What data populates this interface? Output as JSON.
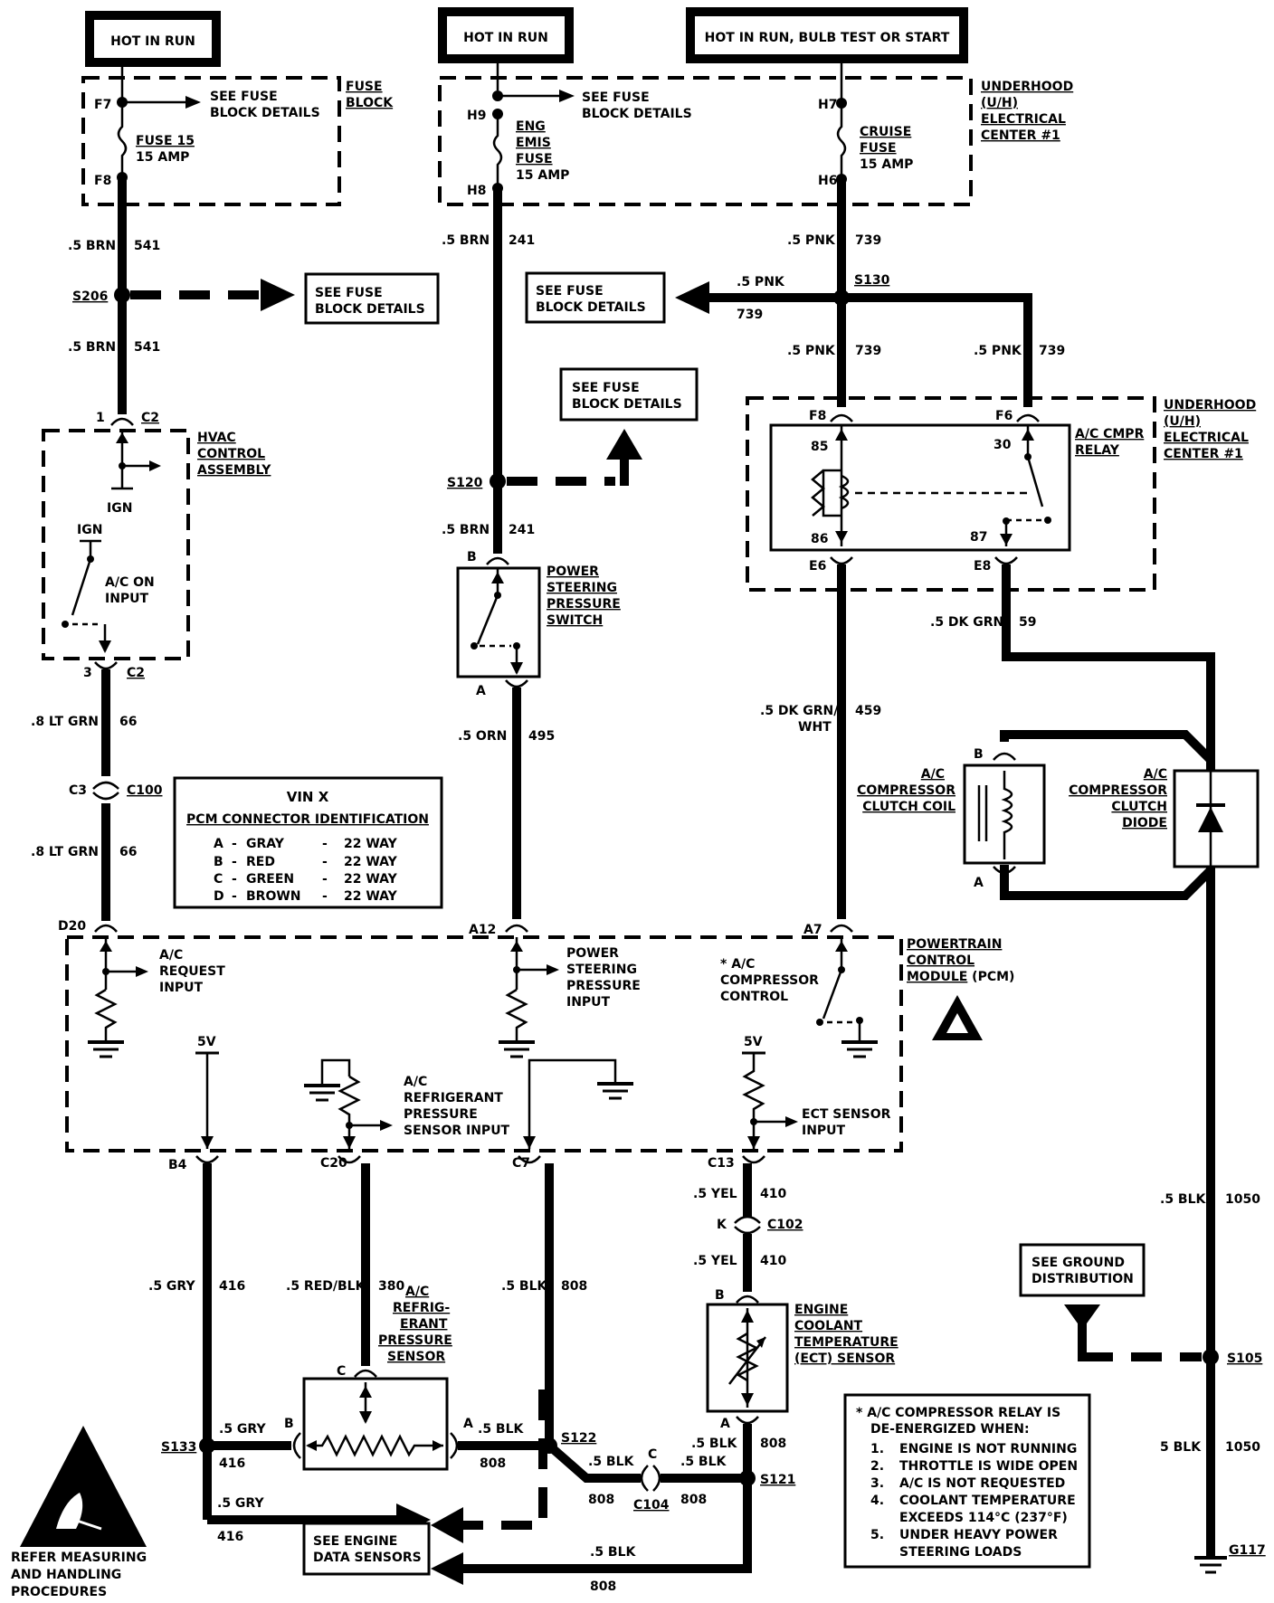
{
  "power": {
    "hot_run_1": "HOT IN RUN",
    "hot_run_2": "HOT IN RUN",
    "hot_run_bulb": "HOT IN RUN, BULB TEST OR START"
  },
  "fuse_block": {
    "label1": "FUSE",
    "label2": "BLOCK",
    "pin_top": "F7",
    "pin_bottom": "F8",
    "see1": "SEE FUSE",
    "see2": "BLOCK DETAILS",
    "fuse_name": "FUSE 15",
    "fuse_amp": "15 AMP"
  },
  "uh_center": {
    "l1": "UNDERHOOD",
    "l2": "(U/H)",
    "l3": "ELECTRICAL",
    "l4": "CENTER #1",
    "h9": "H9",
    "h8": "H8",
    "h7": "H7",
    "h6": "H6",
    "see1": "SEE FUSE",
    "see2": "BLOCK DETAILS",
    "eng1": "ENG",
    "eng2": "EMIS",
    "eng3": "FUSE",
    "eng4": "15 AMP",
    "cr1": "CRUISE",
    "cr2": "FUSE",
    "cr3": "15 AMP"
  },
  "wires": {
    "w541a_g": ".5 BRN",
    "w541a_n": "541",
    "w541b_g": ".5 BRN",
    "w541b_n": "541",
    "w241a_g": ".5 BRN",
    "w241a_n": "241",
    "w241b_g": ".5 BRN",
    "w241b_n": "241",
    "w739a_g": ".5 PNK",
    "w739a_n": "739",
    "w739b_g": ".5 PNK",
    "w739b_n": "739",
    "w739c_g": ".5 PNK",
    "w739c_n": "739",
    "w739d_g": ".5 PNK",
    "w739d_n": "739",
    "w59_g": ".5 DK GRN",
    "w59_n": "59",
    "w459_g1": ".5 DK GRN/",
    "w459_g2": "WHT",
    "w459_n": "459",
    "w495_g": ".5 ORN",
    "w495_n": "495",
    "w66a_g": ".8 LT GRN",
    "w66a_n": "66",
    "w66b_g": ".8 LT GRN",
    "w66b_n": "66",
    "w416_g": ".5 GRY",
    "w416_n": "416",
    "w380_g": ".5 RED/BLK",
    "w380_n": "380",
    "w808_g": ".5 BLK",
    "w808_n": "808",
    "w410a_g": ".5 YEL",
    "w410a_n": "410",
    "w410b_g": ".5 YEL",
    "w410b_n": "410",
    "w1050a_g": ".5 BLK",
    "w1050a_n": "1050",
    "w1050b_g": "5 BLK",
    "w1050b_n": "1050"
  },
  "splices": {
    "s206": "S206",
    "s120": "S120",
    "s130": "S130",
    "s133": "S133",
    "s122": "S122",
    "s121": "S121",
    "s105": "S105",
    "g117": "G117"
  },
  "see_boxes": {
    "a1": "SEE FUSE",
    "a2": "BLOCK DETAILS",
    "b1": "SEE FUSE",
    "b2": "BLOCK DETAILS",
    "c1": "SEE FUSE",
    "c2": "BLOCK DETAILS",
    "gd1": "SEE GROUND",
    "gd2": "DISTRIBUTION",
    "eds1": "SEE ENGINE",
    "eds2": "DATA SENSORS"
  },
  "hvac": {
    "pin1": "1",
    "c2a": "C2",
    "pin3": "3",
    "c2b": "C2",
    "l1": "HVAC",
    "l2": "CONTROL",
    "l3": "ASSEMBLY",
    "ign1": "IGN",
    "ign2": "IGN",
    "ac1": "A/C ON",
    "ac2": "INPUT"
  },
  "c100": {
    "c3": "C3",
    "name": "C100"
  },
  "vin": {
    "title": "VIN X",
    "subtitle": "PCM CONNECTOR IDENTIFICATION",
    "rows": [
      {
        "pin": "A",
        "color": "GRAY",
        "way": "22 WAY"
      },
      {
        "pin": "B",
        "color": "RED",
        "way": "22 WAY"
      },
      {
        "pin": "C",
        "color": "GREEN",
        "way": "22 WAY"
      },
      {
        "pin": "D",
        "color": "BROWN",
        "way": "22 WAY"
      }
    ]
  },
  "ps_switch": {
    "pin_b": "B",
    "pin_a": "A",
    "l1": "POWER",
    "l2": "STEERING",
    "l3": "PRESSURE",
    "l4": "SWITCH"
  },
  "relay": {
    "f8": "F8",
    "f6": "F6",
    "e6": "E6",
    "e8": "E8",
    "p85": "85",
    "p86": "86",
    "p30": "30",
    "p87": "87",
    "n1": "A/C CMPR",
    "n2": "RELAY",
    "c1": "UNDERHOOD",
    "c2": "(U/H)",
    "c3": "ELECTRICAL",
    "c4": "CENTER #1"
  },
  "compressor": {
    "coil1": "A/C",
    "coil2": "COMPRESSOR",
    "coil3": "CLUTCH COIL",
    "d1": "A/C",
    "d2": "COMPRESSOR",
    "d3": "CLUTCH",
    "d4": "DIODE",
    "pin_b": "B",
    "pin_a": "A"
  },
  "pcm": {
    "d20": "D20",
    "a12": "A12",
    "a7": "A7",
    "b4": "B4",
    "c20": "C20",
    "c7": "C7",
    "c13": "C13",
    "req1": "A/C",
    "req2": "REQUEST",
    "req3": "INPUT",
    "psp1": "POWER",
    "psp2": "STEERING",
    "psp3": "PRESSURE",
    "psp4": "INPUT",
    "cc1": "* A/C",
    "cc2": "COMPRESSOR",
    "cc3": "CONTROL",
    "n1": "POWERTRAIN",
    "n2": "CONTROL",
    "n3": "MODULE",
    "n3b": " (PCM)",
    "v5a": "5V",
    "v5b": "5V",
    "rp1": "A/C",
    "rp2": "REFRIGERANT",
    "rp3": "PRESSURE",
    "rp4": "SENSOR INPUT",
    "ect1": "ECT SENSOR",
    "ect2": "INPUT"
  },
  "c102": {
    "k": "K",
    "name": "C102"
  },
  "c104": {
    "c": "C",
    "name": "C104"
  },
  "refrig": {
    "l1": "A/C",
    "l2": "REFRIG-",
    "l3": "ERANT",
    "l4": "PRESSURE",
    "l5": "SENSOR",
    "pc": "C",
    "pb": "B",
    "pa": "A"
  },
  "ect": {
    "l1": "ENGINE",
    "l2": "COOLANT",
    "l3": "TEMPERATURE",
    "l4": "(ECT) SENSOR",
    "pb": "B",
    "pa": "A"
  },
  "note": {
    "title1": "* A/C COMPRESSOR RELAY IS",
    "title2": "DE-ENERGIZED WHEN:",
    "items": [
      {
        "n": "1.",
        "t": "ENGINE IS NOT RUNNING"
      },
      {
        "n": "2.",
        "t": "THROTTLE IS WIDE OPEN"
      },
      {
        "n": "3.",
        "t": "A/C IS NOT REQUESTED"
      },
      {
        "n": "4.",
        "t": "COOLANT TEMPERATURE"
      },
      {
        "n": "",
        "t": "EXCEEDS 114°C (237°F)"
      },
      {
        "n": "5.",
        "t": "UNDER HEAVY POWER"
      },
      {
        "n": "",
        "t": "STEERING LOADS"
      }
    ]
  },
  "esd": {
    "l1": "REFER MEASURING",
    "l2": "AND HANDLING",
    "l3": "PROCEDURES"
  }
}
